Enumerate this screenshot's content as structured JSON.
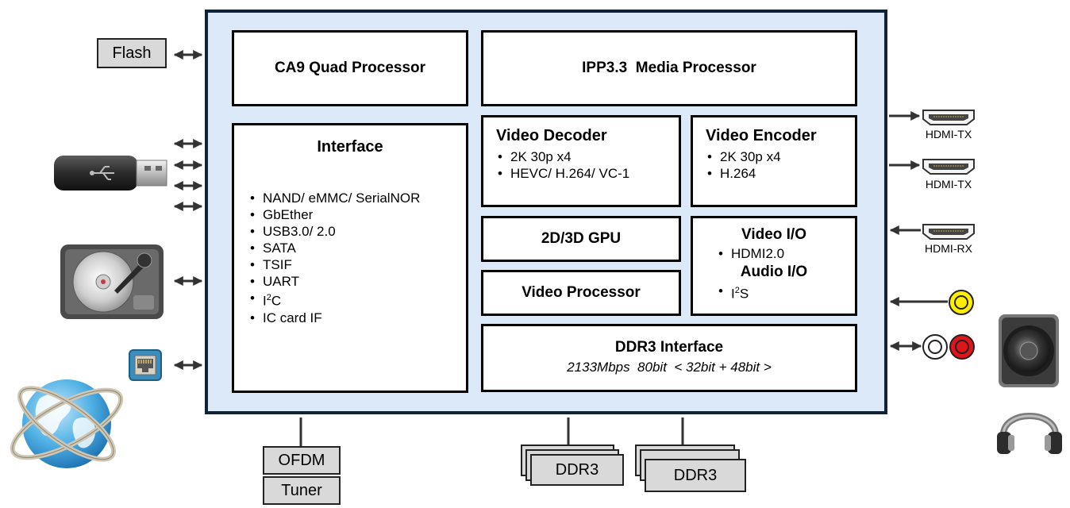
{
  "soc": {
    "cpu": "CA9 Quad Processor",
    "media": "IPP3.3  Media Processor",
    "interface": {
      "title": "Interface",
      "items": [
        "NAND/ eMMC/ SerialNOR",
        "GbEther",
        "USB3.0/ 2.0",
        "SATA",
        "TSIF",
        "UART",
        "IC card IF"
      ],
      "i2c_base": "I",
      "i2c_sup": "2",
      "i2c_tail": "C"
    },
    "video_decoder": {
      "title": "Video Decoder",
      "items": [
        "2K 30p x4",
        "HEVC/ H.264/ VC-1"
      ]
    },
    "video_encoder": {
      "title": "Video Encoder",
      "items": [
        "2K 30p x4",
        "H.264"
      ]
    },
    "gpu": "2D/3D GPU",
    "video_io": {
      "title": "Video I/O",
      "item": "HDMI2.0"
    },
    "audio_io": {
      "title": "Audio I/O",
      "i2s_base": "I",
      "i2s_sup": "2",
      "i2s_tail": "S"
    },
    "video_processor": "Video Processor",
    "ddr3_interface": {
      "title": "DDR3 Interface",
      "spec": "2133Mbps  80bit  < 32bit + 48bit >"
    }
  },
  "external": {
    "flash": "Flash",
    "ofdm": "OFDM",
    "tuner": "Tuner",
    "ddr3_a": "DDR3",
    "ddr3_b": "DDR3",
    "hdmi_tx_1": "HDMI-TX",
    "hdmi_tx_2": "HDMI-TX",
    "hdmi_rx": "HDMI-RX"
  },
  "icons": [
    "usb-stick-icon",
    "hard-disk-icon",
    "ethernet-port-icon",
    "globe-icon",
    "hdmi-connector-icon",
    "rca-jack-icon",
    "speaker-icon",
    "headphones-icon"
  ],
  "colors": {
    "soc_fill": "#dbe9f8",
    "soc_border": "#0f2236",
    "rca_yellow": "#ffee00",
    "rca_red": "#e0141b",
    "chip_gray": "#d9d9d9"
  }
}
